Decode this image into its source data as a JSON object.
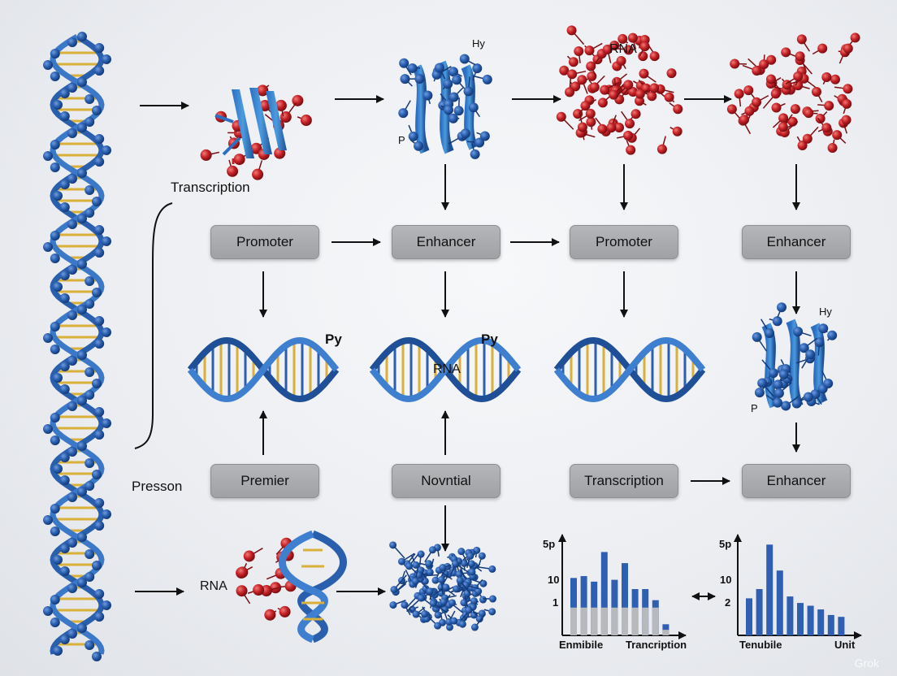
{
  "labels": {
    "transcription": "Transcription",
    "presson": "Presson",
    "rna_top": "RNA",
    "rna_bottom": "RNA",
    "rna_helix": "RNA",
    "py_left": "Py",
    "py_mid": "Py",
    "hy_top": "Hy",
    "hy_right": "Hy",
    "p_top": "P",
    "p_right": "P"
  },
  "boxes": {
    "promoter_1": "Promoter",
    "enhancer_1": "Enhancer",
    "promoter_2": "Promoter",
    "enhancer_2": "Enhancer",
    "premier": "Premier",
    "novntial": "Novntial",
    "transcription": "Transcription",
    "enhancer_3": "Enhancer"
  },
  "charts": {
    "left": {
      "y_ticks": [
        "5p",
        "10",
        "1"
      ],
      "x_labels": [
        "Enmibile",
        "Trancription"
      ]
    },
    "right": {
      "y_ticks": [
        "5p",
        "10",
        "2"
      ],
      "x_labels": [
        "Tenubile",
        "Unit"
      ]
    }
  },
  "watermark": "Grok",
  "colors": {
    "dna_blue": "#2a5fae",
    "dna_rung": "#d9b03a",
    "protein_red": "#c42126",
    "box_gray": "#a8aaae",
    "bar_blue": "#2f5fb0",
    "bar_gray": "#b7b9bc"
  },
  "chart_data": [
    {
      "type": "bar",
      "x_labels": [
        "Enmibile",
        "Trancription"
      ],
      "y_ticks": [
        "5p",
        "10",
        "1"
      ],
      "series": [
        {
          "values": [
            0.62,
            0.64,
            0.58,
            0.9,
            0.6,
            0.78,
            0.5,
            0.5,
            0.38,
            0.12
          ]
        },
        {
          "values": [
            0.3,
            0.3,
            0.3,
            0.3,
            0.3,
            0.3,
            0.3,
            0.3,
            0.3,
            0.06
          ]
        }
      ]
    },
    {
      "type": "bar",
      "x_labels": [
        "Tenubile",
        "Unit"
      ],
      "y_ticks": [
        "5p",
        "10",
        "2"
      ],
      "series": [
        {
          "values": [
            0.4,
            0.5,
            0.98,
            0.7,
            0.42,
            0.35,
            0.32,
            0.28,
            0.22,
            0.2
          ]
        }
      ]
    }
  ]
}
